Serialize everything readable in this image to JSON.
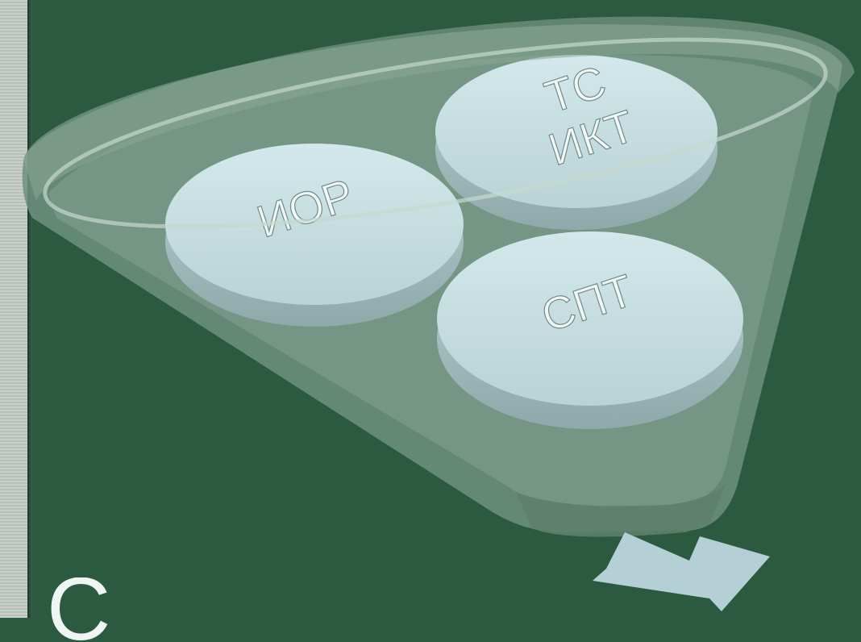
{
  "colors": {
    "background": "#2c5a40",
    "funnel_fill": "#7a9a88",
    "disc_top": "#c9e0e2",
    "disc_side": "#a9c3c5",
    "arrow": "#bcd7dc"
  },
  "discs": [
    {
      "id": "ior",
      "lines": [
        "ИОР"
      ]
    },
    {
      "id": "ts-ikt",
      "lines": [
        "ТС",
        "ИКТ"
      ]
    },
    {
      "id": "spt",
      "lines": [
        "СПТ"
      ]
    }
  ],
  "bottom_text": "С",
  "icons": {
    "output_arrow": "arrow-down-right-icon"
  }
}
